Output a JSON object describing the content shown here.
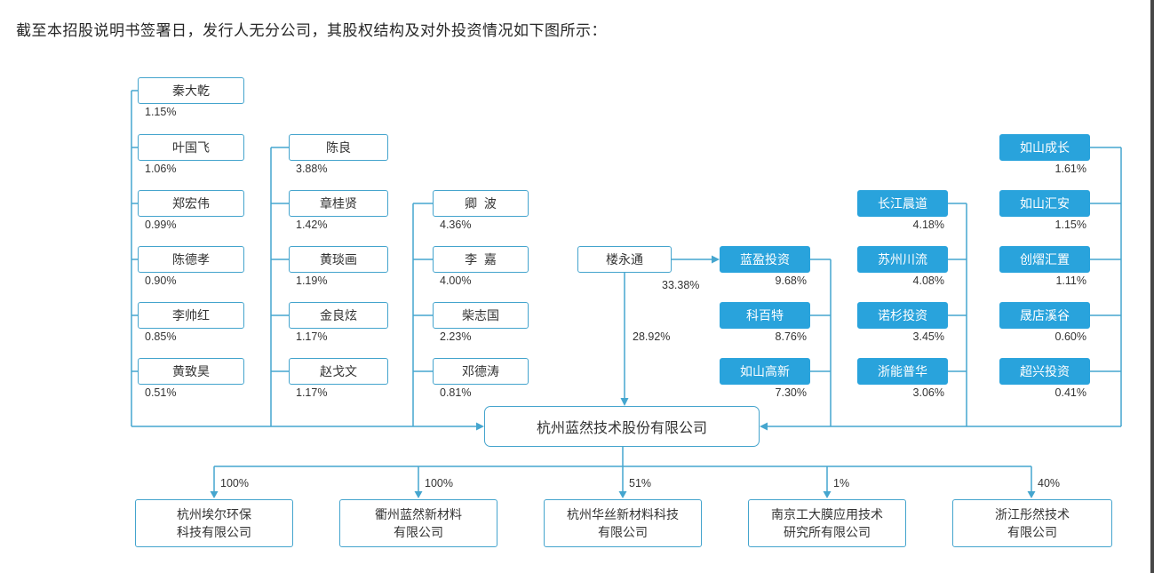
{
  "heading": "截至本招股说明书签署日，发行人无分公司，其股权结构及对外投资情况如下图所示：",
  "issuer": {
    "name": "杭州蓝然技术股份有限公司"
  },
  "controlling_shareholder": {
    "name": "楼永通",
    "direct_pct": "28.92%",
    "lanying_pct": "33.38%"
  },
  "individual_shareholders": {
    "col1": [
      {
        "name": "秦大乾",
        "pct": "1.15%"
      },
      {
        "name": "叶国飞",
        "pct": "1.06%"
      },
      {
        "name": "郑宏伟",
        "pct": "0.99%"
      },
      {
        "name": "陈德孝",
        "pct": "0.90%"
      },
      {
        "name": "李帅红",
        "pct": "0.85%"
      },
      {
        "name": "黄致昊",
        "pct": "0.51%"
      }
    ],
    "col2": [
      {
        "name": "陈良",
        "pct": "3.88%"
      },
      {
        "name": "章桂贤",
        "pct": "1.42%"
      },
      {
        "name": "黄琰画",
        "pct": "1.19%"
      },
      {
        "name": "金良炫",
        "pct": "1.17%"
      },
      {
        "name": "赵戈文",
        "pct": "1.17%"
      }
    ],
    "col3": [
      {
        "name": "卿  波",
        "pct": "4.36%"
      },
      {
        "name": "李  嘉",
        "pct": "4.00%"
      },
      {
        "name": "柴志国",
        "pct": "2.23%"
      },
      {
        "name": "邓德涛",
        "pct": "0.81%"
      }
    ]
  },
  "institutional_shareholders": {
    "colA": [
      {
        "name": "蓝盈投资",
        "pct": "9.68%"
      },
      {
        "name": "科百特",
        "pct": "8.76%"
      },
      {
        "name": "如山高新",
        "pct": "7.30%"
      }
    ],
    "colB": [
      {
        "name": "长江晨道",
        "pct": "4.18%"
      },
      {
        "name": "苏州川流",
        "pct": "4.08%"
      },
      {
        "name": "诺杉投资",
        "pct": "3.45%"
      },
      {
        "name": "浙能普华",
        "pct": "3.06%"
      }
    ],
    "colC": [
      {
        "name": "如山成长",
        "pct": "1.61%"
      },
      {
        "name": "如山汇安",
        "pct": "1.15%"
      },
      {
        "name": "创熠汇置",
        "pct": "1.11%"
      },
      {
        "name": "晟店溪谷",
        "pct": "0.60%"
      },
      {
        "name": "超兴投资",
        "pct": "0.41%"
      }
    ]
  },
  "subsidiaries": [
    {
      "line1": "杭州埃尔环保",
      "line2": "科技有限公司",
      "pct": "100%"
    },
    {
      "line1": "衢州蓝然新材料",
      "line2": "有限公司",
      "pct": "100%"
    },
    {
      "line1": "杭州华丝新材料科技",
      "line2": "有限公司",
      "pct": "51%"
    },
    {
      "line1": "南京工大膜应用技术",
      "line2": "研究所有限公司",
      "pct": "1%"
    },
    {
      "line1": "浙江彤然技术",
      "line2": "有限公司",
      "pct": "40%"
    }
  ],
  "colors": {
    "accent_blue": "#29a3dc",
    "line_blue": "#45a6cf",
    "text_dark": "#333333"
  }
}
